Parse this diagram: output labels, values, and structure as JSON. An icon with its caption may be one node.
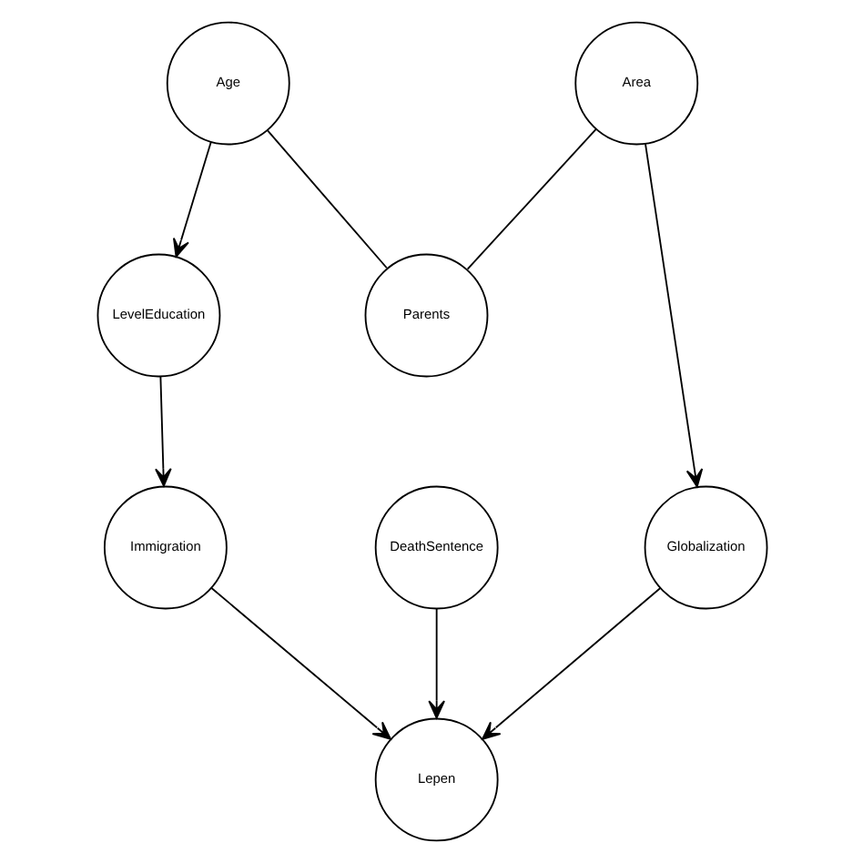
{
  "diagram": {
    "nodes": [
      {
        "text": [
          "Age"
        ]
      },
      {
        "text": [
          "Area"
        ]
      },
      {
        "text": [
          "LevelEducation"
        ]
      },
      {
        "text": [
          "Parents"
        ]
      },
      {
        "text": [
          "Immigration"
        ]
      },
      {
        "text": [
          "DeathSentence"
        ]
      },
      {
        "text": [
          "Globalization"
        ]
      },
      {
        "text": [
          "Lepen"
        ]
      }
    ],
    "edges": [
      {
        "from": 0,
        "to": 2,
        "arrow": "to"
      },
      {
        "from": 0,
        "to": 3,
        "arrow": "none"
      },
      {
        "from": 1,
        "to": 3,
        "arrow": "none"
      },
      {
        "from": 1,
        "to": 6,
        "arrow": "to"
      },
      {
        "from": 2,
        "to": 4,
        "arrow": "to"
      },
      {
        "from": 4,
        "to": 7,
        "arrow": "to"
      },
      {
        "from": 5,
        "to": 7,
        "arrow": "to"
      },
      {
        "from": 6,
        "to": 7,
        "arrow": "to"
      }
    ]
  }
}
